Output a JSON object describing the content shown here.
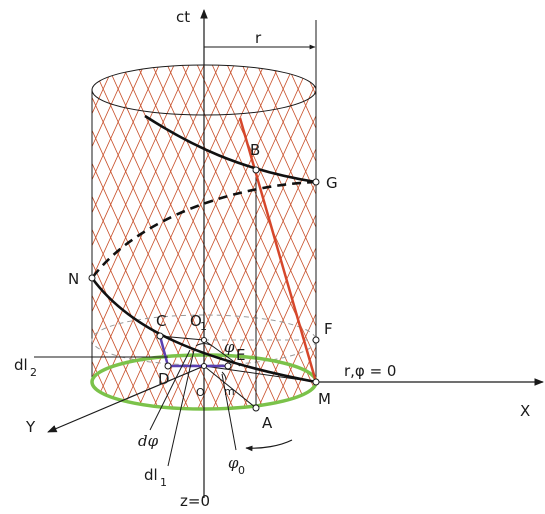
{
  "labels": {
    "ct": "ct",
    "r": "r",
    "B": "B",
    "G": "G",
    "N": "N",
    "C": "C",
    "O1": "O",
    "O1_sub": "1",
    "phi": "φ",
    "E": "E",
    "F": "F",
    "dl2": "dl",
    "dl2_sub": "2",
    "D": "D",
    "O": "O",
    "A": "A",
    "M": "M",
    "r_phi_zero": "r,φ = 0",
    "X": "X",
    "Y": "Y",
    "dphi": "dφ",
    "dl1": "dl",
    "dl1_sub": "1",
    "phi0": "φ",
    "phi0_sub": "0",
    "z_zero": "z=0",
    "m": "m"
  },
  "colors": {
    "hatch": "#c8502a",
    "worldline": "#d6472b",
    "spiral": "#111111",
    "base_ellipse": "#7bc24a",
    "wedge": "#5a3fb0",
    "axis": "#1a1a1a",
    "dashed": "#9a9a9a"
  }
}
